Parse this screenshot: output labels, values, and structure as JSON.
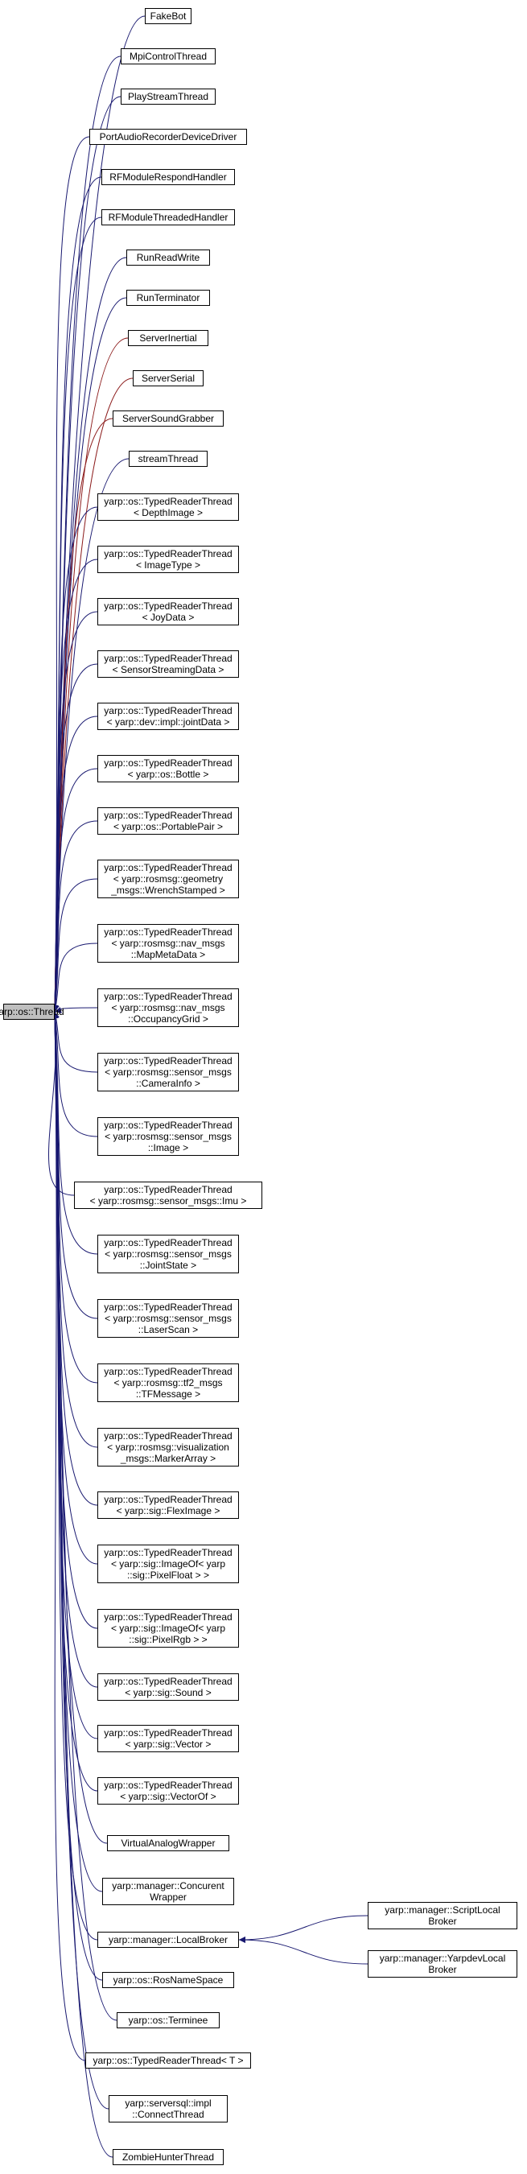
{
  "root": {
    "label": "yarp::os::Thread"
  },
  "nodes": [
    {
      "id": "fakebot",
      "lines": [
        "FakeBot"
      ]
    },
    {
      "id": "mpicontrolthread",
      "lines": [
        "MpiControlThread"
      ]
    },
    {
      "id": "playstreamthread",
      "lines": [
        "PlayStreamThread"
      ]
    },
    {
      "id": "portaudiorecorder",
      "lines": [
        "PortAudioRecorderDeviceDriver"
      ]
    },
    {
      "id": "rfmodulerespond",
      "lines": [
        "RFModuleRespondHandler"
      ]
    },
    {
      "id": "rfmodulethreaded",
      "lines": [
        "RFModuleThreadedHandler"
      ]
    },
    {
      "id": "runreadwrite",
      "lines": [
        "RunReadWrite"
      ]
    },
    {
      "id": "runterminator",
      "lines": [
        "RunTerminator"
      ]
    },
    {
      "id": "serverinertial",
      "lines": [
        "ServerInertial"
      ]
    },
    {
      "id": "serverserial",
      "lines": [
        "ServerSerial"
      ]
    },
    {
      "id": "serversoundgrabber",
      "lines": [
        "ServerSoundGrabber"
      ]
    },
    {
      "id": "streamthread",
      "lines": [
        "streamThread"
      ]
    },
    {
      "id": "trt-depthimage",
      "lines": [
        "yarp::os::TypedReaderThread",
        "< DepthImage >"
      ]
    },
    {
      "id": "trt-imagetype",
      "lines": [
        "yarp::os::TypedReaderThread",
        "< ImageType >"
      ]
    },
    {
      "id": "trt-joydata",
      "lines": [
        "yarp::os::TypedReaderThread",
        "< JoyData >"
      ]
    },
    {
      "id": "trt-sensorstreaming",
      "lines": [
        "yarp::os::TypedReaderThread",
        "< SensorStreamingData >"
      ]
    },
    {
      "id": "trt-jointdata",
      "lines": [
        "yarp::os::TypedReaderThread",
        "< yarp::dev::impl::jointData >"
      ]
    },
    {
      "id": "trt-bottle",
      "lines": [
        "yarp::os::TypedReaderThread",
        "< yarp::os::Bottle >"
      ]
    },
    {
      "id": "trt-portablepair",
      "lines": [
        "yarp::os::TypedReaderThread",
        "< yarp::os::PortablePair >"
      ]
    },
    {
      "id": "trt-wrenchstamped",
      "lines": [
        "yarp::os::TypedReaderThread",
        "< yarp::rosmsg::geometry",
        "_msgs::WrenchStamped >"
      ]
    },
    {
      "id": "trt-mapmetadata",
      "lines": [
        "yarp::os::TypedReaderThread",
        "< yarp::rosmsg::nav_msgs",
        "::MapMetaData >"
      ]
    },
    {
      "id": "trt-occupancygrid",
      "lines": [
        "yarp::os::TypedReaderThread",
        "< yarp::rosmsg::nav_msgs",
        "::OccupancyGrid >"
      ]
    },
    {
      "id": "trt-camerainfo",
      "lines": [
        "yarp::os::TypedReaderThread",
        "< yarp::rosmsg::sensor_msgs",
        "::CameraInfo >"
      ]
    },
    {
      "id": "trt-image",
      "lines": [
        "yarp::os::TypedReaderThread",
        "< yarp::rosmsg::sensor_msgs",
        "::Image >"
      ]
    },
    {
      "id": "trt-imu",
      "lines": [
        "yarp::os::TypedReaderThread",
        "< yarp::rosmsg::sensor_msgs::Imu >"
      ]
    },
    {
      "id": "trt-jointstate",
      "lines": [
        "yarp::os::TypedReaderThread",
        "< yarp::rosmsg::sensor_msgs",
        "::JointState >"
      ]
    },
    {
      "id": "trt-laserscan",
      "lines": [
        "yarp::os::TypedReaderThread",
        "< yarp::rosmsg::sensor_msgs",
        "::LaserScan >"
      ]
    },
    {
      "id": "trt-tfmessage",
      "lines": [
        "yarp::os::TypedReaderThread",
        "< yarp::rosmsg::tf2_msgs",
        "::TFMessage >"
      ]
    },
    {
      "id": "trt-markerarray",
      "lines": [
        "yarp::os::TypedReaderThread",
        "< yarp::rosmsg::visualization",
        "_msgs::MarkerArray >"
      ]
    },
    {
      "id": "trt-fleximage",
      "lines": [
        "yarp::os::TypedReaderThread",
        "< yarp::sig::FlexImage >"
      ]
    },
    {
      "id": "trt-pixelfloat",
      "lines": [
        "yarp::os::TypedReaderThread",
        "< yarp::sig::ImageOf< yarp",
        "::sig::PixelFloat > >"
      ]
    },
    {
      "id": "trt-pixelrgb",
      "lines": [
        "yarp::os::TypedReaderThread",
        "< yarp::sig::ImageOf< yarp",
        "::sig::PixelRgb > >"
      ]
    },
    {
      "id": "trt-sound",
      "lines": [
        "yarp::os::TypedReaderThread",
        "< yarp::sig::Sound >"
      ]
    },
    {
      "id": "trt-vector",
      "lines": [
        "yarp::os::TypedReaderThread",
        "< yarp::sig::Vector >"
      ]
    },
    {
      "id": "trt-vectorof",
      "lines": [
        "yarp::os::TypedReaderThread",
        "< yarp::sig::VectorOf >"
      ]
    },
    {
      "id": "virtualanalogwrapper",
      "lines": [
        "VirtualAnalogWrapper"
      ]
    },
    {
      "id": "concurentwrapper",
      "lines": [
        "yarp::manager::Concurent",
        "Wrapper"
      ]
    },
    {
      "id": "localbroker",
      "lines": [
        "yarp::manager::LocalBroker"
      ]
    },
    {
      "id": "rosnamespace",
      "lines": [
        "yarp::os::RosNameSpace"
      ]
    },
    {
      "id": "terminee",
      "lines": [
        "yarp::os::Terminee"
      ]
    },
    {
      "id": "trt-t",
      "lines": [
        "yarp::os::TypedReaderThread< T >"
      ]
    },
    {
      "id": "connectthread",
      "lines": [
        "yarp::serversql::impl",
        "::ConnectThread"
      ]
    },
    {
      "id": "zombiehunter",
      "lines": [
        "ZombieHunterThread"
      ]
    },
    {
      "id": "scriptlocalbroker",
      "lines": [
        "yarp::manager::ScriptLocal",
        "Broker"
      ]
    },
    {
      "id": "yarpdevlocalbroker",
      "lines": [
        "yarp::manager::YarpdevLocal",
        "Broker"
      ]
    }
  ],
  "edges": [
    {
      "from": "fakebot",
      "to": "root",
      "color": "#191970"
    },
    {
      "from": "mpicontrolthread",
      "to": "root",
      "color": "#191970"
    },
    {
      "from": "playstreamthread",
      "to": "root",
      "color": "#191970"
    },
    {
      "from": "portaudiorecorder",
      "to": "root",
      "color": "#191970"
    },
    {
      "from": "rfmodulerespond",
      "to": "root",
      "color": "#191970"
    },
    {
      "from": "rfmodulethreaded",
      "to": "root",
      "color": "#191970"
    },
    {
      "from": "runreadwrite",
      "to": "root",
      "color": "#191970"
    },
    {
      "from": "runterminator",
      "to": "root",
      "color": "#191970"
    },
    {
      "from": "serverinertial",
      "to": "root",
      "color": "#8b1a1a"
    },
    {
      "from": "serverserial",
      "to": "root",
      "color": "#8b1a1a"
    },
    {
      "from": "serversoundgrabber",
      "to": "root",
      "color": "#8b1a1a"
    },
    {
      "from": "streamthread",
      "to": "root",
      "color": "#191970"
    },
    {
      "from": "trt-depthimage",
      "to": "root",
      "color": "#191970"
    },
    {
      "from": "trt-imagetype",
      "to": "root",
      "color": "#191970"
    },
    {
      "from": "trt-joydata",
      "to": "root",
      "color": "#191970"
    },
    {
      "from": "trt-sensorstreaming",
      "to": "root",
      "color": "#191970"
    },
    {
      "from": "trt-jointdata",
      "to": "root",
      "color": "#191970"
    },
    {
      "from": "trt-bottle",
      "to": "root",
      "color": "#191970"
    },
    {
      "from": "trt-portablepair",
      "to": "root",
      "color": "#191970"
    },
    {
      "from": "trt-wrenchstamped",
      "to": "root",
      "color": "#191970"
    },
    {
      "from": "trt-mapmetadata",
      "to": "root",
      "color": "#191970"
    },
    {
      "from": "trt-occupancygrid",
      "to": "root",
      "color": "#191970"
    },
    {
      "from": "trt-camerainfo",
      "to": "root",
      "color": "#191970"
    },
    {
      "from": "trt-image",
      "to": "root",
      "color": "#191970"
    },
    {
      "from": "trt-imu",
      "to": "root",
      "color": "#191970"
    },
    {
      "from": "trt-jointstate",
      "to": "root",
      "color": "#191970"
    },
    {
      "from": "trt-laserscan",
      "to": "root",
      "color": "#191970"
    },
    {
      "from": "trt-tfmessage",
      "to": "root",
      "color": "#191970"
    },
    {
      "from": "trt-markerarray",
      "to": "root",
      "color": "#191970"
    },
    {
      "from": "trt-fleximage",
      "to": "root",
      "color": "#191970"
    },
    {
      "from": "trt-pixelfloat",
      "to": "root",
      "color": "#191970"
    },
    {
      "from": "trt-pixelrgb",
      "to": "root",
      "color": "#191970"
    },
    {
      "from": "trt-sound",
      "to": "root",
      "color": "#191970"
    },
    {
      "from": "trt-vector",
      "to": "root",
      "color": "#191970"
    },
    {
      "from": "trt-vectorof",
      "to": "root",
      "color": "#191970"
    },
    {
      "from": "virtualanalogwrapper",
      "to": "root",
      "color": "#191970"
    },
    {
      "from": "concurentwrapper",
      "to": "root",
      "color": "#191970"
    },
    {
      "from": "localbroker",
      "to": "root",
      "color": "#191970"
    },
    {
      "from": "rosnamespace",
      "to": "root",
      "color": "#191970"
    },
    {
      "from": "terminee",
      "to": "root",
      "color": "#191970"
    },
    {
      "from": "trt-t",
      "to": "root",
      "color": "#191970"
    },
    {
      "from": "connectthread",
      "to": "root",
      "color": "#191970"
    },
    {
      "from": "zombiehunter",
      "to": "root",
      "color": "#191970"
    },
    {
      "from": "scriptlocalbroker",
      "to": "localbroker",
      "color": "#191970"
    },
    {
      "from": "yarpdevlocalbroker",
      "to": "localbroker",
      "color": "#191970"
    }
  ]
}
